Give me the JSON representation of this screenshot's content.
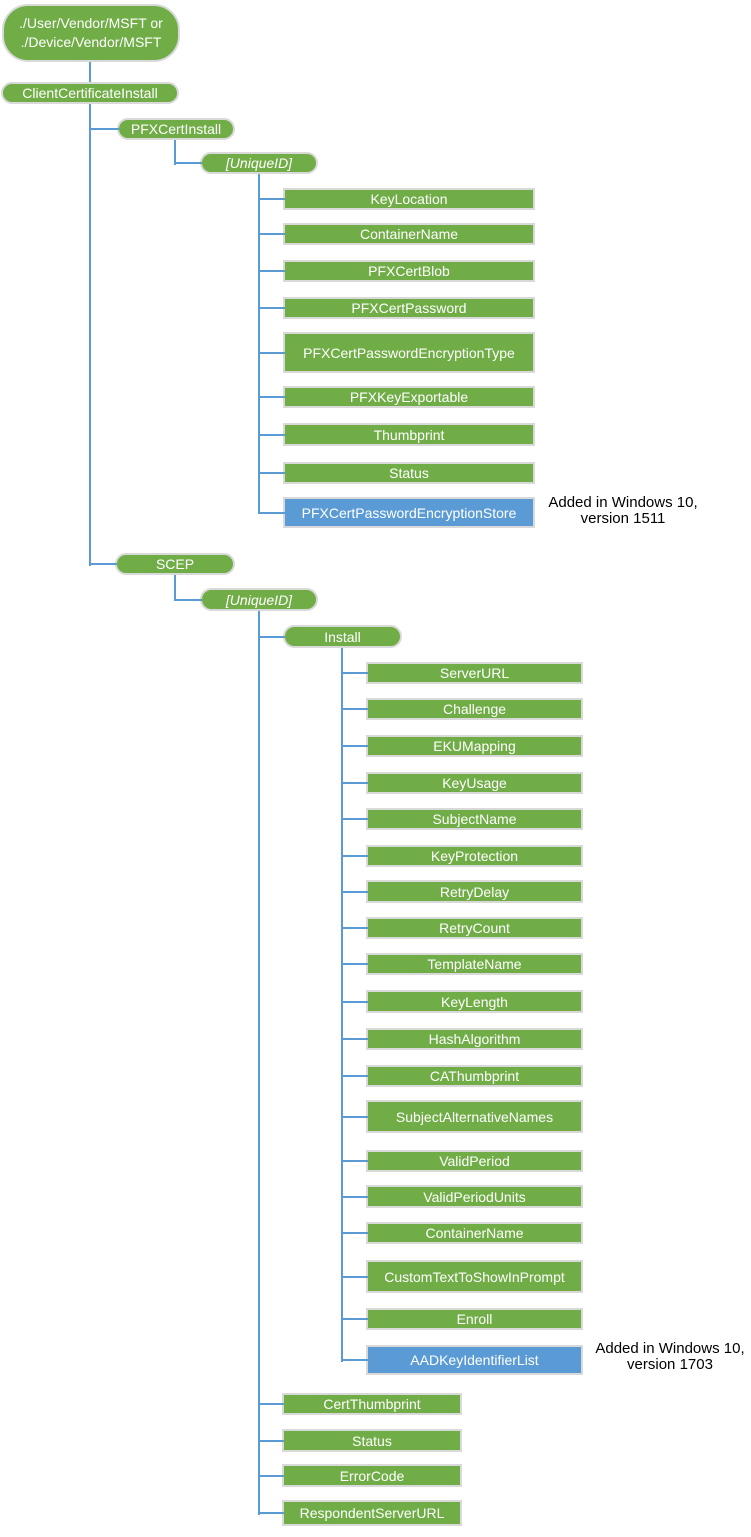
{
  "colors": {
    "node_green": "#70AD47",
    "node_blue": "#5B9BD5",
    "connector_blue": "#5B9BD5",
    "node_border": "#D9D9D9",
    "node_text": "#FFFFFF",
    "annotation_text": "#000000"
  },
  "root": {
    "label": "./User/Vendor/MSFT or ./Device/Vendor/MSFT"
  },
  "client_certificate_install": {
    "label": "ClientCertificateInstall"
  },
  "pfx_cert_install": {
    "label": "PFXCertInstall",
    "unique_id": "[UniqueID]",
    "children": [
      {
        "label": "KeyLocation"
      },
      {
        "label": "ContainerName"
      },
      {
        "label": "PFXCertBlob"
      },
      {
        "label": "PFXCertPassword"
      },
      {
        "label": "PFXCertPasswordEncryptionType"
      },
      {
        "label": "PFXKeyExportable"
      },
      {
        "label": "Thumbprint"
      },
      {
        "label": "Status"
      },
      {
        "label": "PFXCertPasswordEncryptionStore"
      }
    ],
    "annotation": "Added in Windows 10, version 1511"
  },
  "scep": {
    "label": "SCEP",
    "unique_id": "[UniqueID]",
    "install": {
      "label": "Install",
      "children": [
        {
          "label": "ServerURL"
        },
        {
          "label": "Challenge"
        },
        {
          "label": "EKUMapping"
        },
        {
          "label": "KeyUsage"
        },
        {
          "label": "SubjectName"
        },
        {
          "label": "KeyProtection"
        },
        {
          "label": "RetryDelay"
        },
        {
          "label": "RetryCount"
        },
        {
          "label": "TemplateName"
        },
        {
          "label": "KeyLength"
        },
        {
          "label": "HashAlgorithm"
        },
        {
          "label": "CAThumbprint"
        },
        {
          "label": "SubjectAlternativeNames"
        },
        {
          "label": "ValidPeriod"
        },
        {
          "label": "ValidPeriodUnits"
        },
        {
          "label": "ContainerName"
        },
        {
          "label": "CustomTextToShowInPrompt"
        },
        {
          "label": "Enroll"
        },
        {
          "label": "AADKeyIdentifierList"
        }
      ],
      "annotation": "Added in Windows 10, version 1703"
    },
    "children": [
      {
        "label": "CertThumbprint"
      },
      {
        "label": "Status"
      },
      {
        "label": "ErrorCode"
      },
      {
        "label": "RespondentServerURL"
      }
    ]
  }
}
